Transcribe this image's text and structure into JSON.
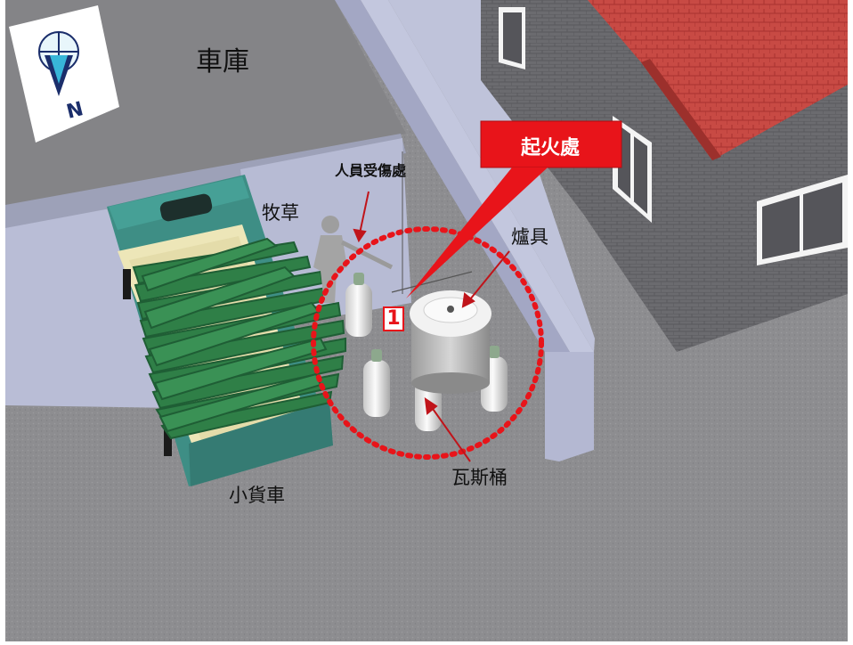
{
  "compass": {
    "north_label": "N",
    "icon": "compass-north-icon"
  },
  "labels": {
    "garage": "車庫",
    "forage": "牧草",
    "injured_person": "人員受傷處",
    "fire_origin": "起火處",
    "stove": "爐具",
    "gas_cylinders": "瓦斯桶",
    "pickup_truck": "小貨車"
  },
  "marker": {
    "number": "1"
  },
  "colors": {
    "ground": "#8f8f91",
    "wall": "#b9bdd6",
    "house_wall": "#6e6e72",
    "roof": "#c8453f",
    "truck": "#3f8f86",
    "forage": "#2e7a43",
    "fire_circle": "#e8141a",
    "callout": "#e8141a"
  }
}
